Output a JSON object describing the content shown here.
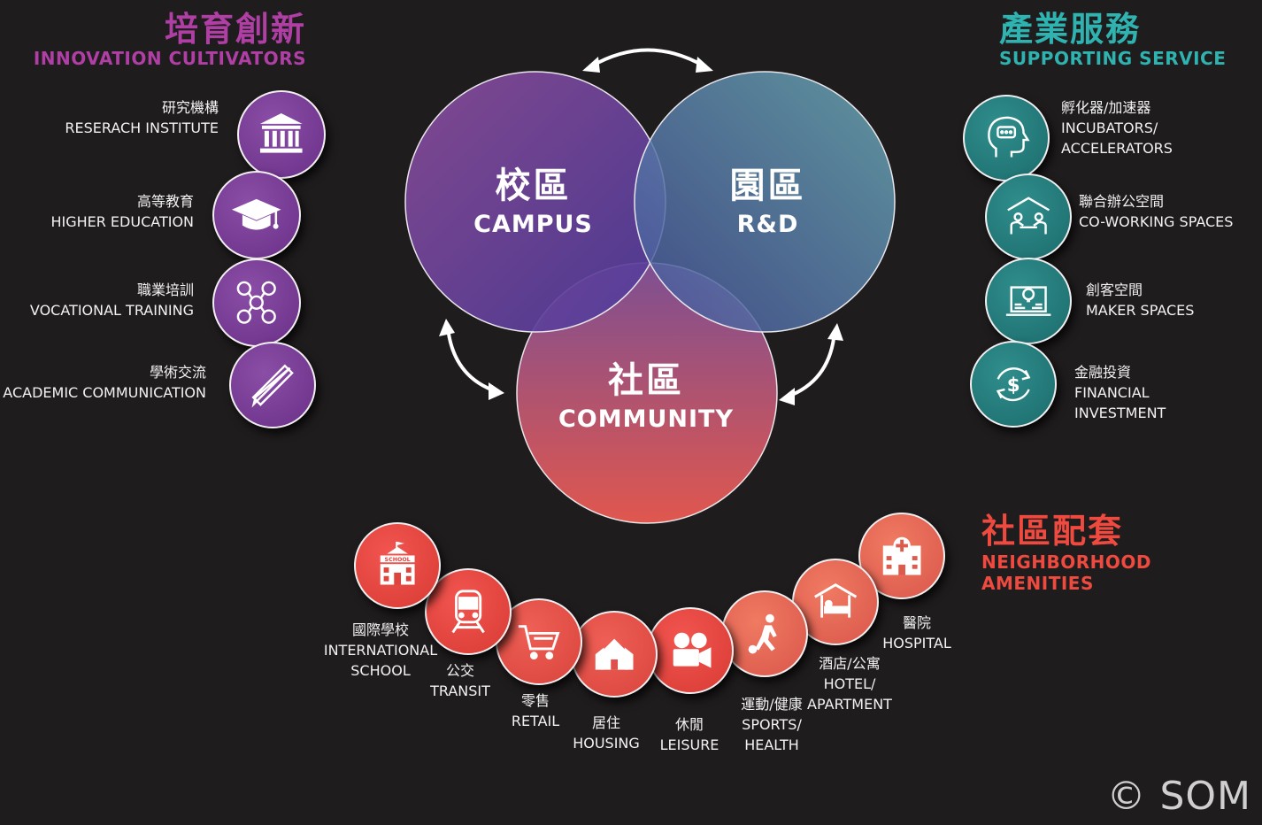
{
  "innovation": {
    "title_cn": "培育創新",
    "title_en": "INNOVATION CULTIVATORS",
    "items": [
      {
        "cn": "研究機構",
        "en": "RESERACH INSTITUTE",
        "icon": "institution-icon"
      },
      {
        "cn": "高等教育",
        "en": "HIGHER  EDUCATION",
        "icon": "graduation-cap-icon"
      },
      {
        "cn": "職業培訓",
        "en": "VOCATIONAL TRAINING",
        "icon": "network-people-icon"
      },
      {
        "cn": "學術交流",
        "en": "ACADEMIC COMMUNICATION",
        "icon": "pencil-ruler-icon"
      }
    ]
  },
  "supporting": {
    "title_cn": "產業服務",
    "title_en": "SUPPORTING SERVICE",
    "items": [
      {
        "cn": "孵化器/加速器",
        "en1": "INCUBATORS/",
        "en2": "ACCELERATORS",
        "icon": "head-chat-icon"
      },
      {
        "cn": "聯合辦公空間",
        "en": "CO-WORKING SPACES",
        "icon": "coworking-icon"
      },
      {
        "cn": "創客空間",
        "en": "MAKER SPACES",
        "icon": "laptop-idea-icon"
      },
      {
        "cn": "金融投資",
        "en1": "FINANCIAL",
        "en2": "INVESTMENT",
        "icon": "dollar-cycle-icon"
      }
    ]
  },
  "venn": {
    "campus": {
      "cn": "校區",
      "en": "CAMPUS"
    },
    "rd": {
      "cn": "園區",
      "en": "R&D"
    },
    "community": {
      "cn": "社區",
      "en": "COMMUNITY"
    }
  },
  "neighborhood": {
    "title_cn": "社區配套",
    "title_en1": "NEIGHBORHOOD",
    "title_en2": "AMENITIES",
    "items": [
      {
        "cn": "國際學校",
        "en1": "INTERNATIONAL",
        "en2": "SCHOOL",
        "icon": "school-icon",
        "badge": "SCHOOL"
      },
      {
        "cn": "公交",
        "en1": "TRANSIT",
        "icon": "train-icon"
      },
      {
        "cn": "零售",
        "en1": "RETAIL",
        "icon": "shopping-cart-icon"
      },
      {
        "cn": "居住",
        "en1": "HOUSING",
        "icon": "houses-icon"
      },
      {
        "cn": "休閒",
        "en1": "LEISURE",
        "icon": "movie-camera-icon"
      },
      {
        "cn": "運動/健康",
        "en1": "SPORTS/",
        "en2": "HEALTH",
        "icon": "soccer-player-icon"
      },
      {
        "cn": "酒店/公寓",
        "en1": "HOTEL/",
        "en2": "APARTMENT",
        "icon": "hotel-bed-icon"
      },
      {
        "cn": "醫院",
        "en1": "HOSPITAL",
        "icon": "hospital-icon"
      }
    ]
  },
  "copyright": "© SOM",
  "colors": {
    "purple": "#b03fa5",
    "teal": "#2fb3b0",
    "red": "#ef4a3f"
  }
}
